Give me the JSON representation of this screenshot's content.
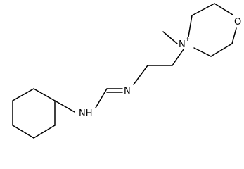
{
  "molecule": {
    "atoms": {
      "oxygen": "O",
      "ammonium_nitrogen": "N",
      "ammonium_charge": "+",
      "imine_nitrogen": "N",
      "amine": "NH"
    },
    "colors": {
      "bond": "#000000",
      "label": "#000000",
      "background": "#ffffff"
    }
  }
}
